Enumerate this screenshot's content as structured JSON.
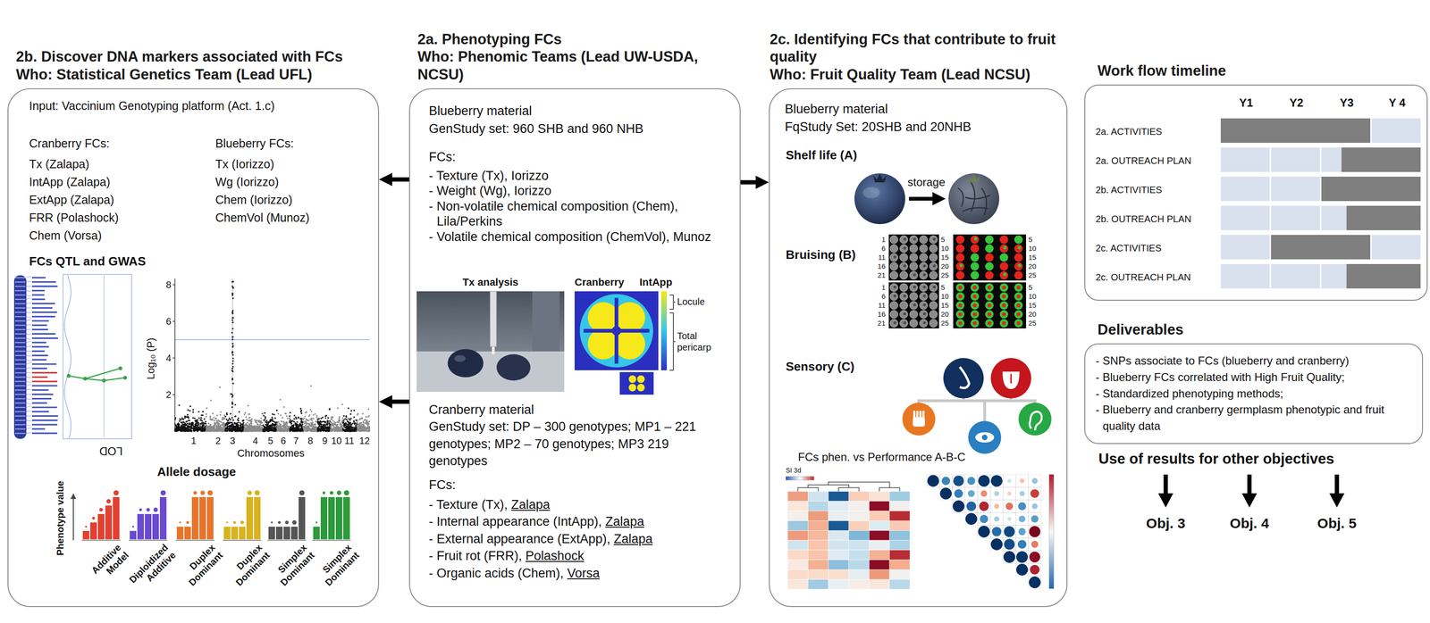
{
  "diagram": {
    "nodes": [
      {
        "text": [
          "2b. Discover DNA markers associated with FCs",
          "Who: Statistical Genetics Team (Lead UFL)",
          "Input: Vaccinium Genotyping platform (Act. 1.c)",
          "Cranberry FCs:",
          "Tx (Zalapa)",
          "IntApp (Zalapa)",
          "ExtApp (Zalapa)",
          "FRR (Polashock)",
          "Chem (Vorsa)",
          "Blueberry FCs:",
          "Tx (Iorizzo)",
          "Wg (Iorizzo)",
          "Chem (Iorizzo)",
          "ChemVol (Munoz)",
          "FCs QTL and GWAS",
          "Allele dosage"
        ]
      },
      {
        "text": [
          "2a. Phenotyping FCs",
          "Who: Phenomic Teams (Lead UW-USDA, NCSU)",
          "Blueberry material",
          "GenStudy set: 960 SHB and 960 NHB",
          "FCs:",
          "- Texture (Tx), Iorizzo",
          "- Weight (Wg), Iorizzo",
          "- Non-volatile chemical composition (Chem), Lila/Perkins",
          "- Volatile chemical composition (ChemVol), Munoz",
          "Cranberry material",
          "GenStudy set: DP – 300 genotypes; MP1 – 221 genotypes; MP2 – 70 genotypes; MP3 219 genotypes",
          "FCs:",
          "- Texture (Tx),",
          "Zalapa",
          "- Internal appearance (IntApp),",
          "Zalapa",
          "- External appearance (ExtApp),",
          "Zalapa",
          "- Fruit rot (FRR),",
          "Polashock",
          "- Organic acids (Chem),",
          "Vorsa"
        ]
      },
      {
        "text": [
          "2c. Identifying FCs that contribute to fruit quality",
          "Who: Fruit Quality Team (Lead NCSU)",
          "Blueberry material",
          "FqStudy Set: 20SHB and 20NHB",
          "Shelf life (A)",
          "Bruising (B)",
          "Sensory (C)",
          "FCs phen. vs Performance A-B-C"
        ]
      },
      {
        "text": [
          "Work flow timeline",
          "Y1",
          "Y2",
          "Y3",
          "Y 4",
          "2a. ACTIVITIES",
          "2a. OUTREACH PLAN",
          "2b. ACTIVITIES",
          "2b. OUTREACH PLAN",
          "2c. ACTIVITIES",
          "2c. OUTREACH PLAN"
        ]
      },
      {
        "text": [
          "Deliverables",
          "- SNPs associate to FCs (blueberry and cranberry)",
          "- Blueberry FCs correlated with High Fruit Quality;",
          "- Standardized phenotyping methods;",
          "- Blueberry and cranberry germplasm phenotypic and fruit quality data"
        ]
      }
    ],
    "edges": [
      {
        "from": 1,
        "to": 0,
        "arrow": "to"
      },
      {
        "from": 1,
        "to": 0,
        "arrow": "to"
      },
      {
        "from": 1,
        "to": 2,
        "arrow": "to"
      }
    ],
    "labels": [
      "LOD",
      "Log₁₀ (P)",
      "8",
      "6",
      "4",
      "2",
      "1",
      "2",
      "3",
      "4",
      "5",
      "6",
      "7",
      "8",
      "9",
      "10",
      "11",
      "12",
      "Chromosomes",
      "Phenotype value",
      "Additive Model",
      "Diploidized Additive",
      "Duplex Dominant",
      "Duplex Dominant",
      "Simplex Dominant",
      "Simplex Dominant",
      "Tx analysis",
      "Cranberry",
      "IntApp",
      "Locule",
      "Total pericarp",
      "storage",
      "1",
      "6",
      "11",
      "16",
      "21",
      "1",
      "6",
      "11",
      "16",
      "21",
      "5",
      "10",
      "15",
      "20",
      "25",
      "5",
      "10",
      "15",
      "20",
      "25",
      "5",
      "10",
      "15",
      "20",
      "25",
      "5",
      "10",
      "15",
      "20",
      "25",
      "SI 3d",
      "Use of results for other objectives",
      "Obj. 3",
      "Obj. 4",
      "Obj. 5"
    ]
  }
}
